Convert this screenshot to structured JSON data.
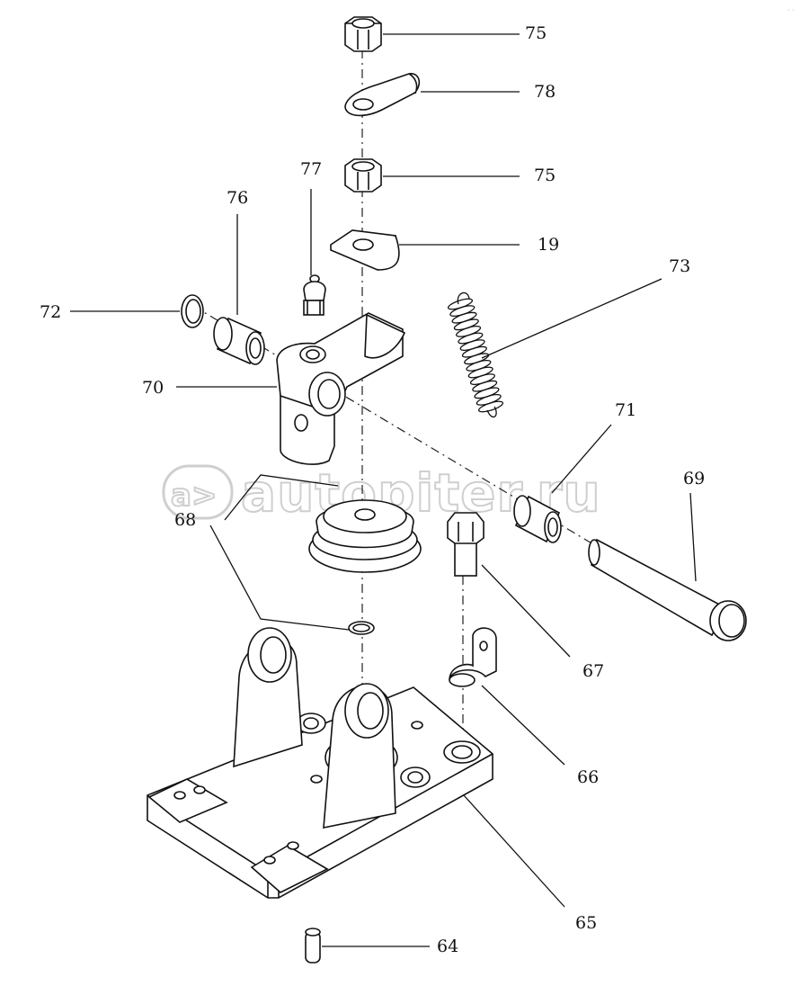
{
  "watermark": {
    "logo_glyph": "a>",
    "text": "autopiter.ru"
  },
  "corner_note": "· ·",
  "callouts": {
    "c75_top": "75",
    "c78": "78",
    "c75_mid": "75",
    "c19": "19",
    "c77": "77",
    "c76": "76",
    "c72": "72",
    "c73": "73",
    "c70": "70",
    "c71": "71",
    "c69": "69",
    "c68": "68",
    "c67": "67",
    "c66": "66",
    "c65": "65",
    "c64": "64"
  }
}
